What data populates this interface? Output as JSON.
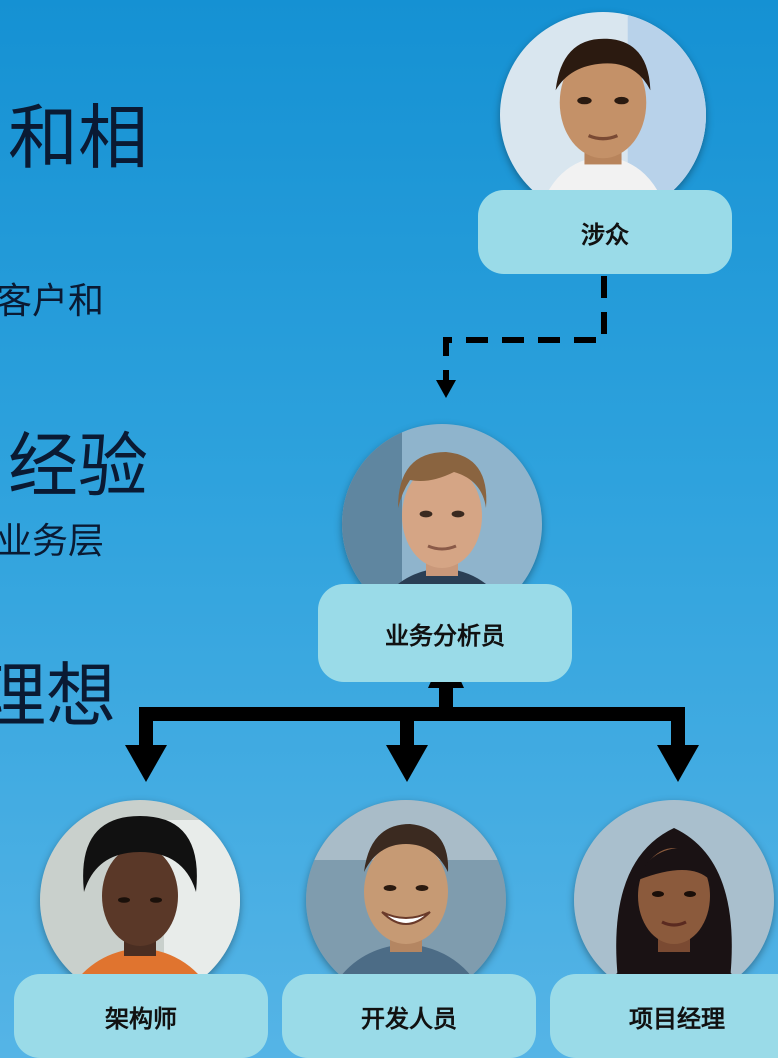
{
  "background_text": [
    "和相",
    "客户和",
    "经验",
    "业务层",
    "理想"
  ],
  "roles": {
    "stakeholder": "涉众",
    "business_analyst": "业务分析员",
    "architect": "架构师",
    "developer": "开发人员",
    "project_manager": "项目经理"
  },
  "colors": {
    "background_top": "#1591d3",
    "background_bottom": "#55b4e6",
    "role_box": "#9adbe8",
    "connector": "#000000"
  },
  "icons": [
    "stakeholder-photo-icon",
    "business-analyst-photo-icon",
    "architect-photo-icon",
    "developer-photo-icon",
    "project-manager-photo-icon"
  ]
}
